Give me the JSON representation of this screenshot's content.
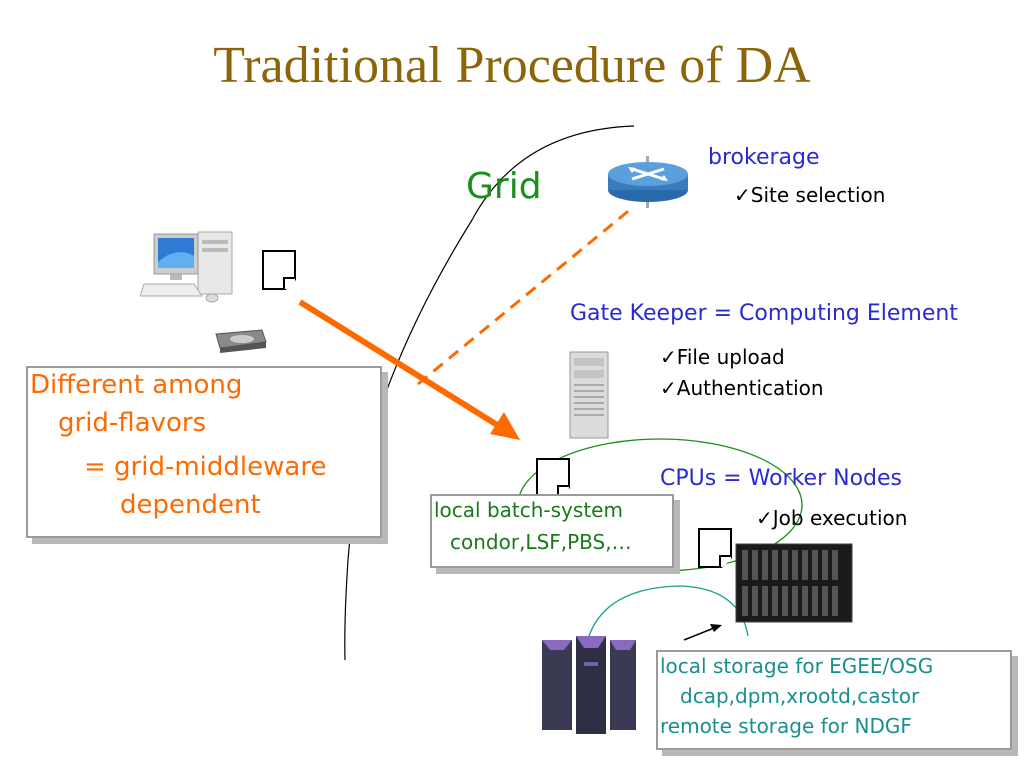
{
  "title": "Traditional Procedure of DA",
  "grid_label": "Grid",
  "brokerage": {
    "heading": "brokerage",
    "items": [
      "Site selection"
    ]
  },
  "gatekeeper": {
    "heading": "Gate Keeper = Computing Element",
    "items": [
      "File upload",
      "Authentication"
    ]
  },
  "cpus": {
    "heading": "CPUs = Worker Nodes",
    "items": [
      "Job execution"
    ]
  },
  "different_box": {
    "line1": "Different among",
    "line2": "grid-flavors",
    "line3": "= grid-middleware",
    "line4": "dependent"
  },
  "batch_box": {
    "line1": "local batch-system",
    "line2": "condor,LSF,PBS,…"
  },
  "storage_box": {
    "line1": "local storage for EGEE/OSG",
    "line2": "dcap,dpm,xrootd,castor",
    "line3": "remote storage for NDGF"
  },
  "icons": {
    "router": "router-icon",
    "workstation": "workstation-icon",
    "disk": "disk-drive-icon",
    "server": "server-tower-icon",
    "blade": "blade-server-icon",
    "storage": "storage-rack-icon"
  },
  "colors": {
    "title": "#8B6508",
    "grid": "#1a8f1a",
    "arrow": "#ff6a00",
    "heading": "#2a2ad0",
    "batch": "#1a7a1a",
    "storage": "#1a8f8f"
  }
}
